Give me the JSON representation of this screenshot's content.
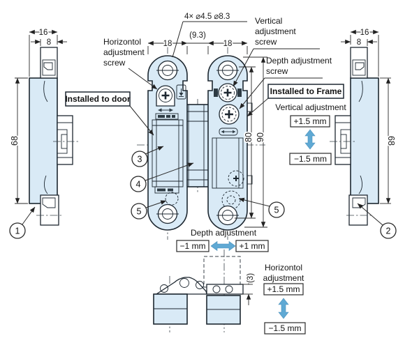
{
  "colors": {
    "part_fill": "#d9eaf6",
    "outline": "#1d2730",
    "dimension_line": "#2a2a2a",
    "accent_arrow_blue": "#5fa9d4",
    "background": "#ffffff"
  },
  "front_view": {
    "hole_spec": "4× ⌀4.5 ⌀8.3",
    "pitch": "(9.3)",
    "leaf_width_left": "18",
    "leaf_width_right": "18",
    "body_height": "80",
    "overall_height": "90",
    "callout_3": "3",
    "callout_4": "4",
    "callout_5_left": "5",
    "callout_5_right": "5"
  },
  "left_view": {
    "dim_16": "16",
    "dim_8": "8",
    "dim_68": "68",
    "callout_1": "1"
  },
  "right_view": {
    "dim_16": "16",
    "dim_8": "8",
    "dim_68": "68",
    "callout_2": "2"
  },
  "bottom_view": {
    "plate_thickness": "(3)"
  },
  "labels": {
    "horizontal_screw_l1": "Horizontol",
    "horizontal_screw_l2": "adjustment",
    "horizontal_screw_l3": "screw",
    "vertical_screw_l1": "Vertical",
    "vertical_screw_l2": "adjustment",
    "vertical_screw_l3": "screw",
    "depth_screw_l1": "Depth adjustment",
    "depth_screw_l2": "screw",
    "installed_to_door": "Installed to door",
    "installed_to_frame": "Installed to Frame"
  },
  "adjustments": {
    "vertical_title": "Vertical adjustment",
    "vertical_plus": "+1.5 mm",
    "vertical_minus": "−1.5 mm",
    "depth_title": "Depth adjustment",
    "depth_minus": "−1 mm",
    "depth_plus": "+1 mm",
    "horizontal_title_l1": "Horizontol",
    "horizontal_title_l2": "adjustment",
    "horizontal_plus": "+1.5 mm",
    "horizontal_minus": "−1.5 mm"
  }
}
